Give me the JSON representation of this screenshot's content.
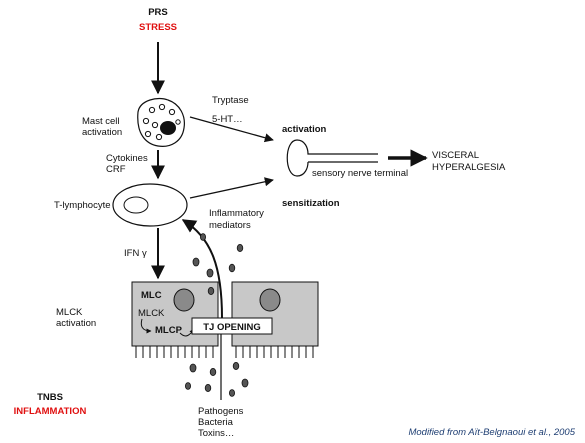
{
  "stimuli": {
    "prs": "PRS",
    "stress": "STRESS",
    "tnbs": "TNBS",
    "inflammation": "INFLAMMATION"
  },
  "mast_cell": {
    "label_line1": "Mast cell",
    "label_line2": "activation"
  },
  "mediators": {
    "tryptase": "Tryptase",
    "serotonin": "5-HT…"
  },
  "cytokines": {
    "line1": "Cytokines",
    "line2": "CRF"
  },
  "t_cell": {
    "label": "T-lymphocyte"
  },
  "nerve": {
    "activation": "activation",
    "sensitization": "sensitization",
    "terminal_label": "sensory nerve terminal"
  },
  "outcome": {
    "line1": "VISCERAL",
    "line2": "HYPERALGESIA"
  },
  "inflammatory": {
    "line1": "Inflammatory",
    "line2": "mediators"
  },
  "ifn": {
    "label": "IFN γ"
  },
  "mlck_activation": {
    "line1": "MLCK",
    "line2": "activation"
  },
  "epithelium": {
    "mlc": "MLC",
    "mlck": "MLCK",
    "mlcp": "MLCP",
    "tj_opening": "TJ OPENING"
  },
  "luminal": {
    "line1": "Pathogens",
    "line2": "Bacteria",
    "line3": "Toxins…"
  },
  "citation": "Modified from Aït-Belgnaoui et al., 2005",
  "colors": {
    "accent_red": "#e01010",
    "citation_blue": "#1f3f73"
  }
}
